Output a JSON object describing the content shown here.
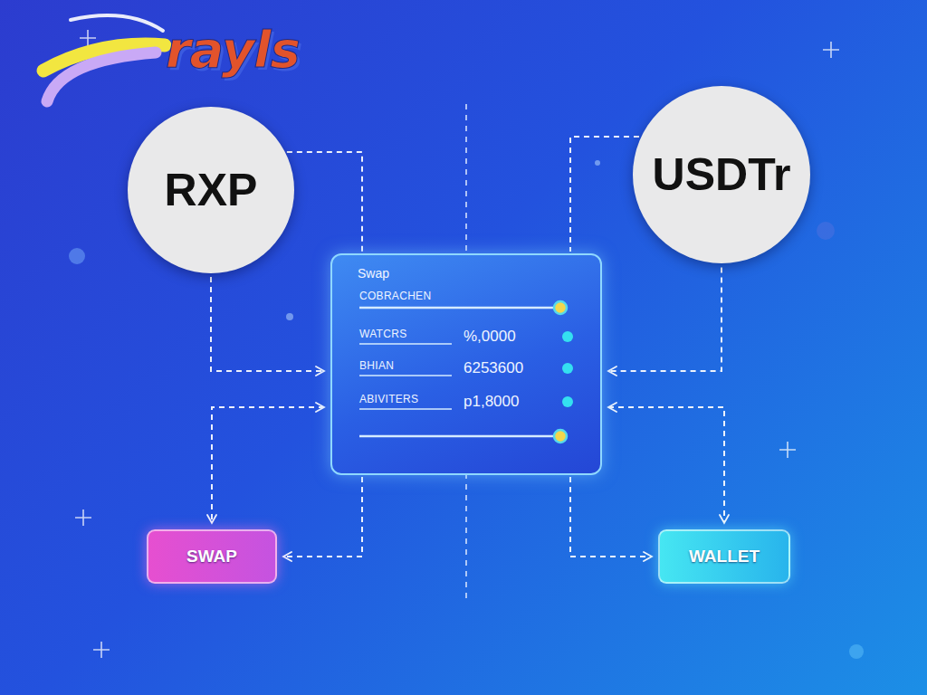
{
  "diagram": {
    "nodes": [
      {
        "text": [
          "RXP"
        ]
      },
      {
        "text": [
          "USDTr"
        ]
      },
      {
        "text": [
          "Swap",
          "COBRACHEN",
          "WATCRS",
          "%,0000",
          "BHIAN",
          "6253600",
          "ABIVITERS",
          "p1,8000"
        ]
      },
      {
        "text": [
          "SWAP"
        ]
      },
      {
        "text": [
          "WALLET"
        ]
      }
    ],
    "edges": [
      {
        "from": 0,
        "to": 2,
        "arrow": "none"
      },
      {
        "from": 0,
        "to": 2,
        "arrow": "to"
      },
      {
        "from": 1,
        "to": 2,
        "arrow": "none"
      },
      {
        "from": 1,
        "to": 2,
        "arrow": "to"
      },
      {
        "from": 2,
        "to": 3,
        "arrow": "both"
      },
      {
        "from": 2,
        "to": 3,
        "arrow": "to"
      },
      {
        "from": 2,
        "to": 4,
        "arrow": "both"
      },
      {
        "from": 2,
        "to": 4,
        "arrow": "to"
      }
    ],
    "labels": [
      "rayls"
    ]
  }
}
